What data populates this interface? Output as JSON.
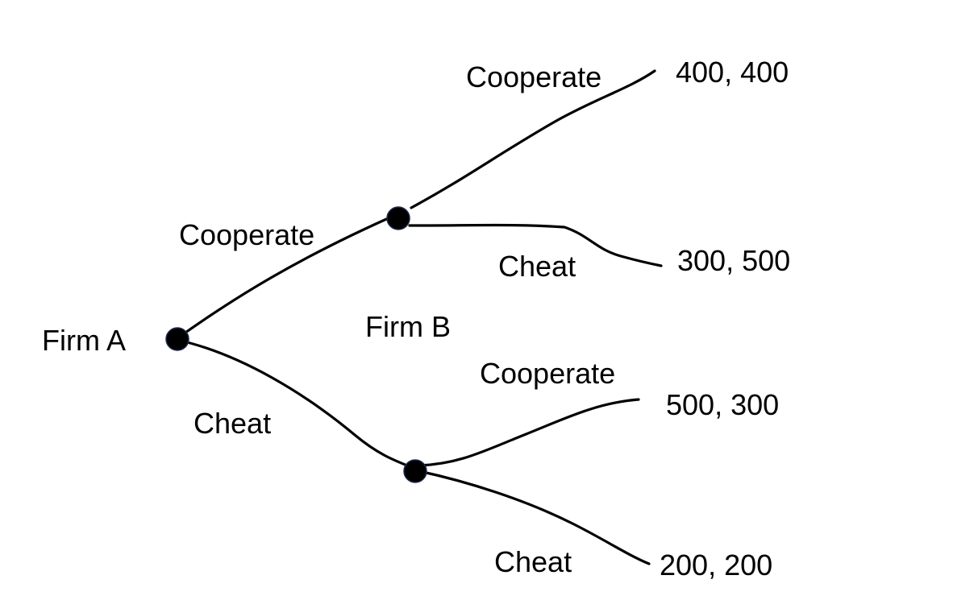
{
  "diagram": {
    "players": {
      "first": "Firm A",
      "second": "Firm B"
    },
    "first_move": {
      "upper_action": "Cooperate",
      "lower_action": "Cheat"
    },
    "upper_subgame": {
      "upper_action": "Cooperate",
      "lower_action": "Cheat",
      "payoff_upper": "400, 400",
      "payoff_lower": "300, 500"
    },
    "lower_subgame": {
      "upper_action": "Cooperate",
      "lower_action": "Cheat",
      "payoff_upper": "500, 300",
      "payoff_lower": "200, 200"
    }
  }
}
